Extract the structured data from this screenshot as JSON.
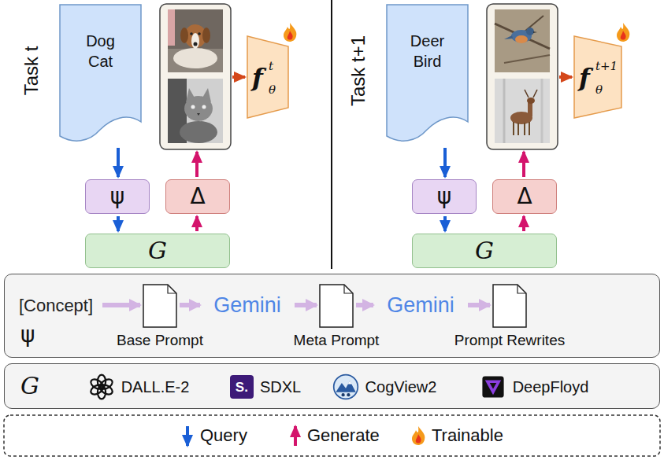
{
  "diagram": {
    "nodes": [
      {
        "text": [
          "Dog Cat"
        ]
      },
      {
        "text": [
          "f",
          "θ",
          "t"
        ]
      },
      {
        "text": [
          "ψ"
        ]
      },
      {
        "text": [
          "Δ"
        ]
      },
      {
        "text": [
          "G"
        ]
      },
      {
        "text": [
          "Deer Bird"
        ]
      },
      {
        "text": [
          "f",
          "θ",
          "t+1"
        ]
      },
      {
        "text": [
          "ψ"
        ]
      },
      {
        "text": [
          "Δ"
        ]
      },
      {
        "text": [
          "G"
        ]
      },
      {
        "text": [
          "ψ"
        ]
      },
      {
        "text": [
          "[Concept]"
        ],
        "in": 10
      },
      {
        "text": [
          "Base Prompt"
        ],
        "in": 10
      },
      {
        "text": [
          "Gemini"
        ],
        "in": 10
      },
      {
        "text": [
          "Meta Prompt"
        ],
        "in": 10
      },
      {
        "text": [
          "Gemini"
        ],
        "in": 10
      },
      {
        "text": [
          "Prompt Rewrites"
        ],
        "in": 10
      },
      {
        "text": [
          "G"
        ]
      },
      {
        "text": [
          "DALL.E-2"
        ],
        "in": 17
      },
      {
        "text": [
          "S.",
          "SDXL"
        ],
        "in": 17
      },
      {
        "text": [
          "CogView2"
        ],
        "in": 17
      },
      {
        "text": [
          "DeepFloyd"
        ],
        "in": 17
      }
    ],
    "edges": [
      {
        "from": 0,
        "to": 2,
        "arrow": "to"
      },
      {
        "from": 2,
        "to": 4,
        "arrow": "to"
      },
      {
        "from": 4,
        "to": 3,
        "arrow": "to"
      },
      {
        "from": 5,
        "to": 7,
        "arrow": "to"
      },
      {
        "from": 7,
        "to": 9,
        "arrow": "to"
      },
      {
        "from": 9,
        "to": 8,
        "arrow": "to"
      },
      {
        "from": 11,
        "to": 12,
        "arrow": "to"
      },
      {
        "from": 12,
        "to": 13,
        "arrow": "to"
      },
      {
        "from": 13,
        "to": 14,
        "arrow": "to"
      },
      {
        "from": 14,
        "to": 15,
        "arrow": "to"
      },
      {
        "from": 15,
        "to": 16,
        "arrow": "to"
      }
    ],
    "labels": [
      "Task t",
      "Task t+1"
    ],
    "legend": [
      {
        "text": "Query"
      },
      {
        "text": "Generate"
      },
      {
        "text": "Trainable"
      }
    ]
  }
}
